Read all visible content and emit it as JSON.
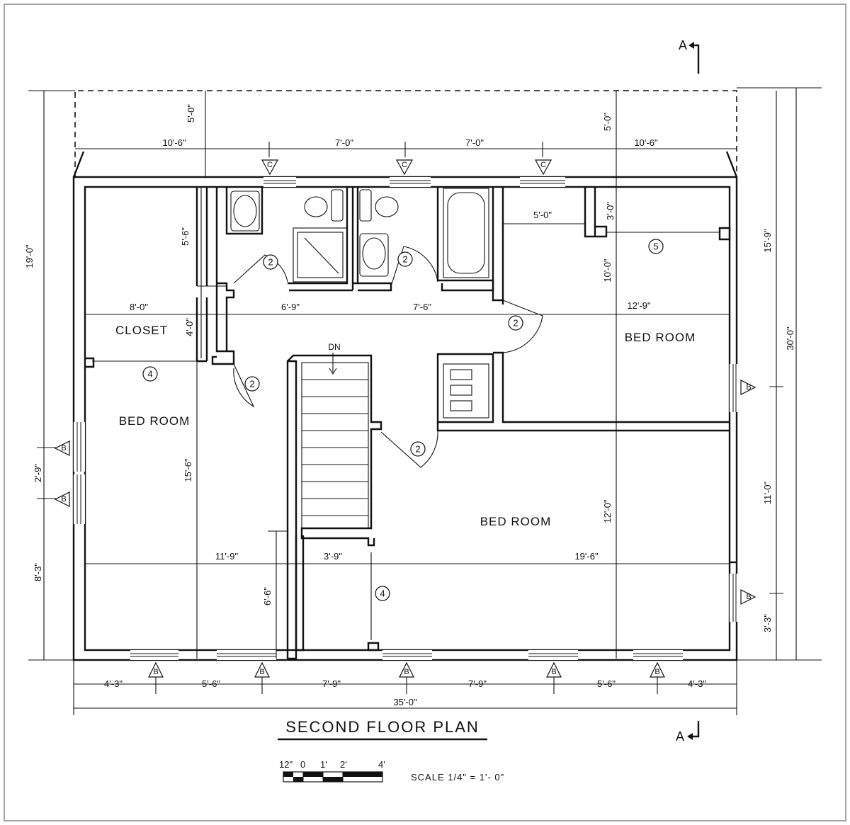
{
  "title": "SECOND FLOOR PLAN",
  "scale": {
    "text": "SCALE   1/4\" = 1'- 0\"",
    "bar_labels": [
      "12\"",
      "0",
      "1'",
      "2'",
      "4'"
    ]
  },
  "section_marks": {
    "top": "A",
    "bottom": "A"
  },
  "rooms": {
    "closet": "CLOSET",
    "bedroom_left": "BED ROOM",
    "bedroom_right": "BED ROOM",
    "bedroom_bottom": "BED ROOM"
  },
  "stair_label": "DN",
  "dimensions": {
    "top_1": "10'-6\"",
    "top_2": "7'-0\"",
    "top_3": "7'-0\"",
    "top_4": "10'-6\"",
    "top_left_5": "5'-0\"",
    "top_right_5": "5'-0\"",
    "closet_depth": "5'-6\"",
    "closet_width": "8'-0\"",
    "closet_height": "4'-0\"",
    "bath_1": "6'-9\"",
    "bath_2": "7'-6\"",
    "bed_right_width": "12'-9\"",
    "bed_right_offset": "5'-0\"",
    "bed_right_3": "3'-0\"",
    "bed_right_10": "10'-0\"",
    "left_overall": "19'-0\"",
    "left_window": "2'-9\"",
    "left_lower": "8'-3\"",
    "bed_left_height": "15'-6\"",
    "bed_left_width": "11'-9\"",
    "stair_width": "3'-9\"",
    "stair_lower": "6'-6\"",
    "bed_bottom_width": "19'-6\"",
    "bed_bottom_height": "12'-0\"",
    "right_upper": "15'-9\"",
    "right_overall": "30'-0\"",
    "right_middle": "11'-0\"",
    "right_lower": "3'-3\"",
    "bottom_1": "4'-3\"",
    "bottom_2": "5'-6\"",
    "bottom_3": "7'-9\"",
    "bottom_4": "7'-9\"",
    "bottom_5": "5'-6\"",
    "bottom_6": "4'-3\"",
    "overall_width": "35'-0\""
  },
  "door_tags": {
    "d2": "2",
    "d4": "4",
    "d5": "5"
  },
  "window_tags": {
    "b": "B",
    "c": "C"
  }
}
